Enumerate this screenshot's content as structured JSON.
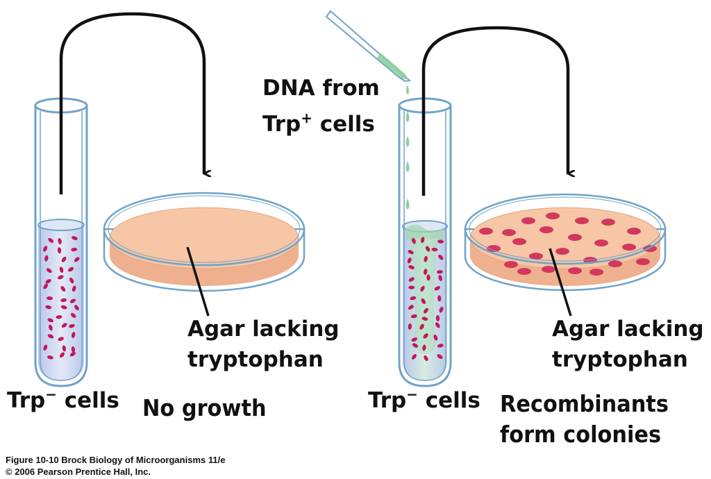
{
  "labels": {
    "left_tube": {
      "name": "Trp",
      "mark": "−",
      "suffix": " cells"
    },
    "right_tube": {
      "name": "Trp",
      "mark": "−",
      "suffix": " cells"
    },
    "dna_line1": "DNA from",
    "dna_line2": {
      "name": "Trp",
      "mark": "+",
      "suffix": " cells"
    },
    "left_plate": {
      "line1": "Agar lacking",
      "line2": "tryptophan"
    },
    "right_plate": {
      "line1": "Agar lacking",
      "line2": "tryptophan"
    },
    "left_result": "No growth",
    "right_result": {
      "line1": "Recombinants",
      "line2": "form colonies"
    }
  },
  "credit": {
    "line1": "Figure 10-10  Brock Biology of Microorganisms 11/e",
    "line2": "© 2006 Pearson Prentice Hall, Inc."
  },
  "colors": {
    "glass": "#6fa3c8",
    "liquid": "#c9d4ee",
    "cells": "#c2185b",
    "agar_top": "#f6c6a6",
    "agar_side": "#eeb08e",
    "dna": "#8fcf9e",
    "arrow": "#111111"
  }
}
